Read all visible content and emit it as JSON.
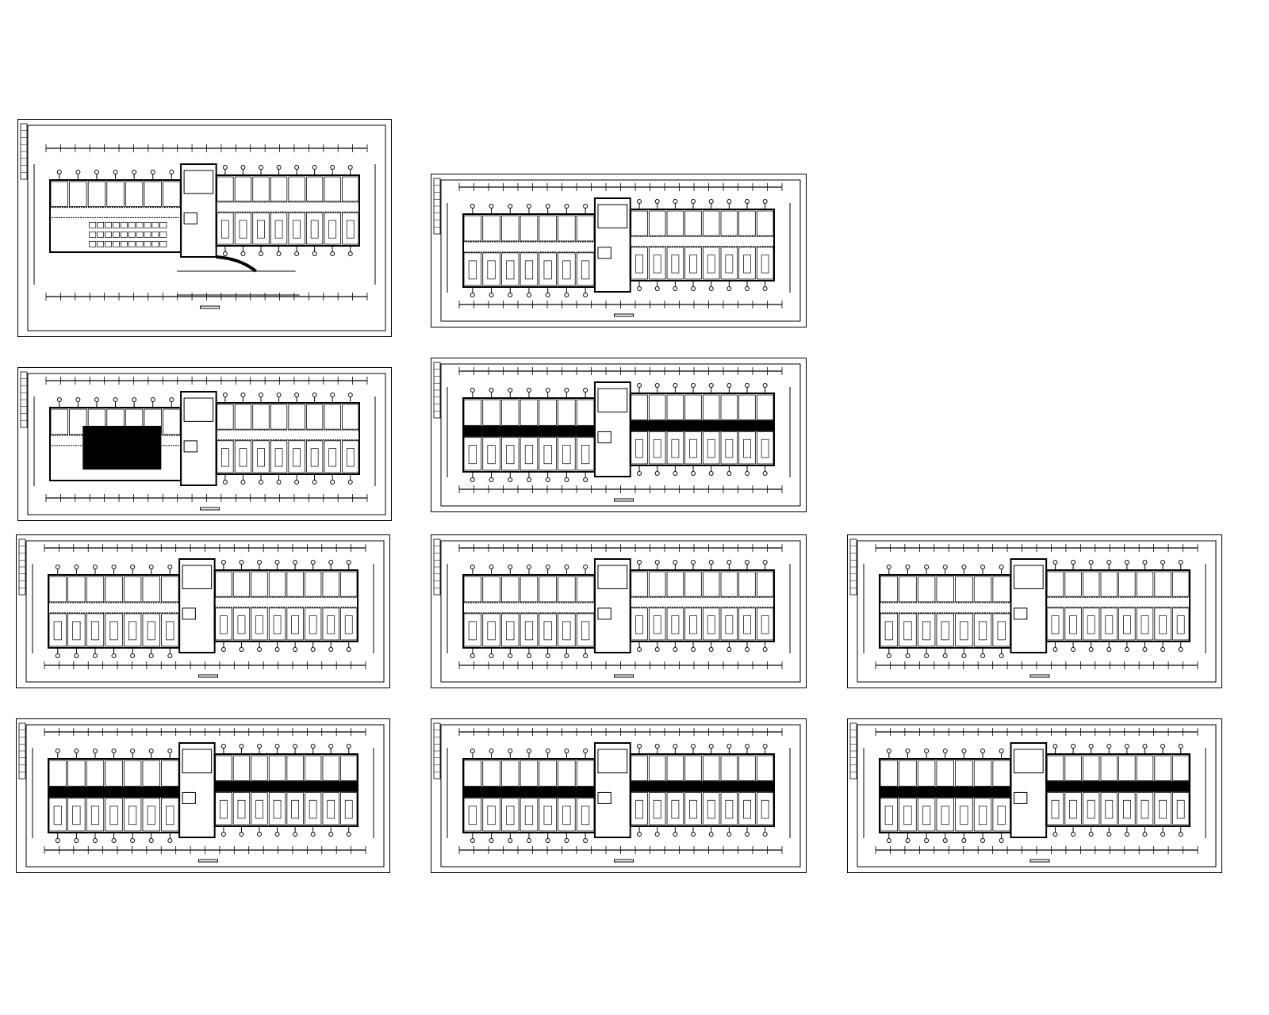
{
  "sheet": {
    "background": "#ffffff",
    "line_color": "#000000"
  },
  "plans": [
    {
      "id": "plan-1",
      "corridor": "light",
      "left_wing": "hall"
    },
    {
      "id": "plan-2",
      "corridor": "light",
      "left_wing": "rooms"
    },
    {
      "id": "plan-3",
      "corridor": "light",
      "left_wing": "solid"
    },
    {
      "id": "plan-4",
      "corridor": "dark",
      "left_wing": "rooms"
    },
    {
      "id": "plan-5",
      "corridor": "light",
      "left_wing": "rooms"
    },
    {
      "id": "plan-6",
      "corridor": "light",
      "left_wing": "rooms"
    },
    {
      "id": "plan-7",
      "corridor": "light",
      "left_wing": "rooms"
    },
    {
      "id": "plan-8",
      "corridor": "dark",
      "left_wing": "rooms"
    },
    {
      "id": "plan-9",
      "corridor": "dark",
      "left_wing": "rooms"
    },
    {
      "id": "plan-10",
      "corridor": "dark",
      "left_wing": "rooms"
    }
  ]
}
